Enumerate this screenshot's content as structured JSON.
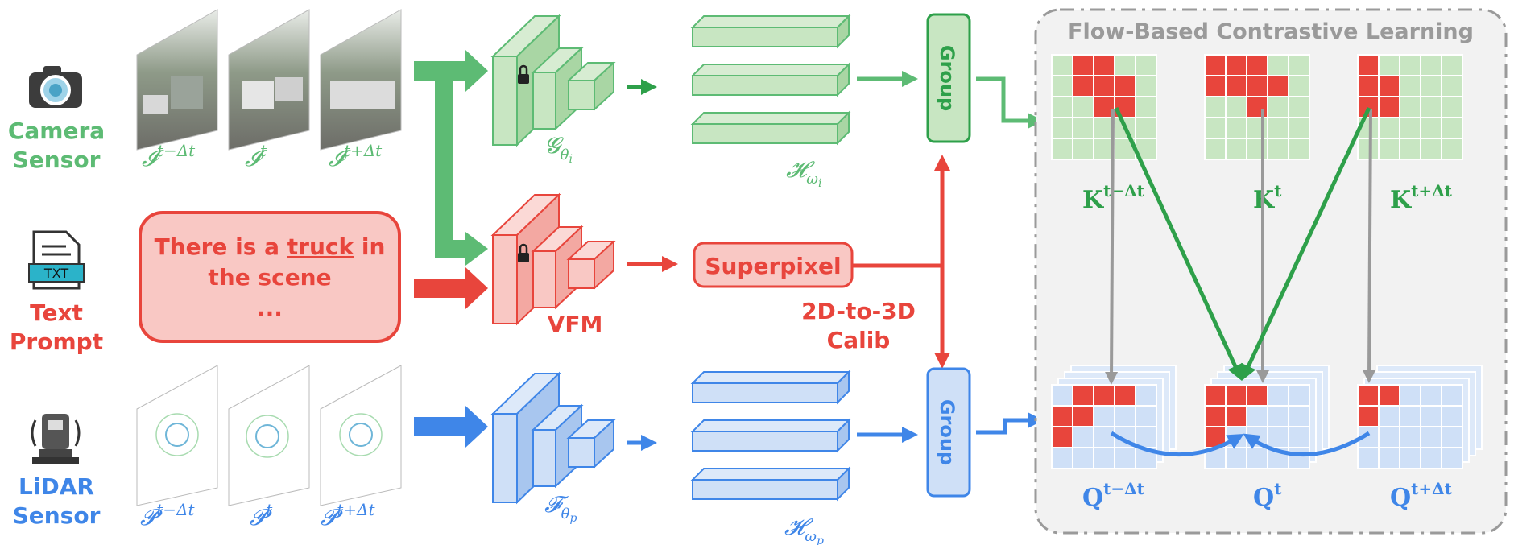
{
  "sensors": {
    "camera": {
      "line1": "Camera",
      "line2": "Sensor",
      "color": "#5dbb74"
    },
    "text": {
      "line1": "Text",
      "line2": "Prompt",
      "color": "#e8453c",
      "icon_label": "TXT"
    },
    "lidar": {
      "line1": "LiDAR",
      "line2": "Sensor",
      "color": "#3f86e8"
    }
  },
  "camera_frames": {
    "base": "𝓘",
    "labels": [
      "t−Δt",
      "t",
      "t+Δt"
    ]
  },
  "lidar_frames": {
    "base": "𝓟",
    "labels": [
      "t−Δt",
      "t",
      "t+Δt"
    ]
  },
  "prompt": {
    "line1a": "There is a ",
    "line1b": "truck",
    "line1c": " in",
    "line2": "the scene",
    "line3": "..."
  },
  "encoders": {
    "image": {
      "base": "𝓖",
      "sub": "θ",
      "subsub": "i"
    },
    "vfm": {
      "label": "VFM"
    },
    "lidar": {
      "base": "𝓕",
      "sub": "θ",
      "subsub": "p"
    }
  },
  "heads": {
    "image": {
      "base": "𝓗",
      "sub": "ω",
      "subsub": "i"
    },
    "lidar": {
      "base": "𝓗",
      "sub": "ω",
      "subsub": "p"
    }
  },
  "superpixel": {
    "label": "Superpixel"
  },
  "calib": {
    "line1": "2D-to-3D",
    "line2": "Calib"
  },
  "group": {
    "top": "Group",
    "bottom": "Group"
  },
  "contrastive": {
    "title": "Flow-Based Contrastive Learning",
    "keys": {
      "base": "K",
      "labels": [
        "t−Δt",
        "t",
        "t+Δt"
      ]
    },
    "queries": {
      "base": "Q",
      "labels": [
        "t−Δt",
        "t",
        "t+Δt"
      ]
    }
  },
  "colors": {
    "green": "#5dbb74",
    "green_fill": "#c8e6c2",
    "red": "#e8453c",
    "red_fill": "#f9c8c4",
    "blue": "#3f86e8",
    "blue_fill": "#cfe0f7",
    "dark_green": "#2ea04a",
    "grey": "#9a9a9a"
  }
}
